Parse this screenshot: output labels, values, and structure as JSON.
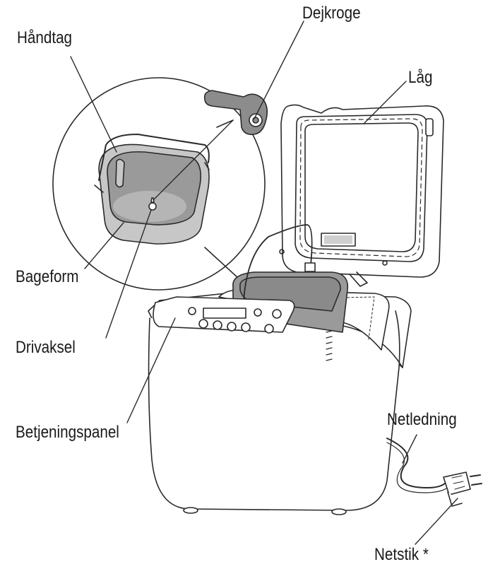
{
  "labels": {
    "handle": "Håndtag",
    "kneading_blade": "Dejkroge",
    "lid": "Låg",
    "bread_pan": "Bageform",
    "drive_shaft": "Drivaksel",
    "control_panel": "Betjeningspanel",
    "power_cord": "Netledning",
    "plug": "Netstik *"
  },
  "colors": {
    "line": "#2a2a2a",
    "pan_fill": "#9a9a9a",
    "pan_light": "#c7c7c7",
    "blade_fill": "#8c8c8c",
    "body_fill": "#ffffff"
  }
}
